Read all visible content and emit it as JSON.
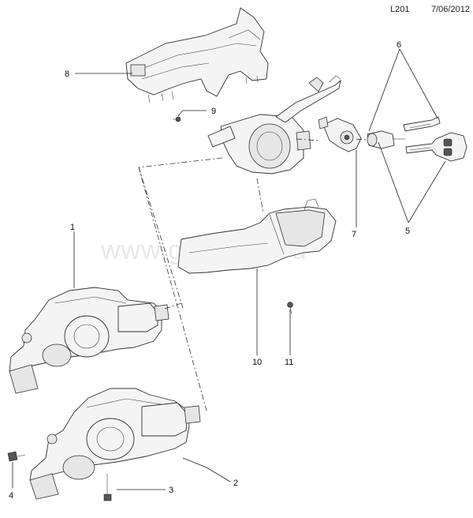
{
  "header": {
    "code": "L201",
    "date": "7/06/2012"
  },
  "watermark": "www.gmsklad.ru",
  "callouts": [
    {
      "id": "1",
      "label": "1"
    },
    {
      "id": "2",
      "label": "2"
    },
    {
      "id": "3",
      "label": "3"
    },
    {
      "id": "4",
      "label": "4"
    },
    {
      "id": "5",
      "label": "5"
    },
    {
      "id": "6",
      "label": "6"
    },
    {
      "id": "7",
      "label": "7"
    },
    {
      "id": "8",
      "label": "8"
    },
    {
      "id": "9",
      "label": "9"
    },
    {
      "id": "10",
      "label": "10"
    },
    {
      "id": "11",
      "label": "11"
    }
  ]
}
